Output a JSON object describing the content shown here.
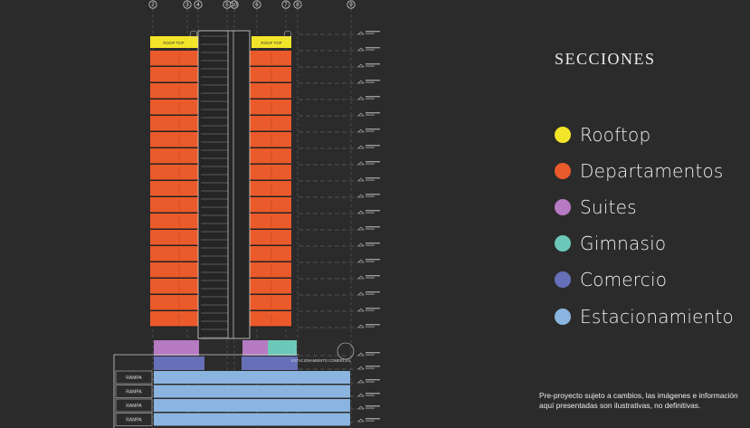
{
  "legend": {
    "title": "SECCIONES",
    "items": [
      {
        "label": "Rooftop",
        "color": "#f2e529"
      },
      {
        "label": "Departamentos",
        "color": "#ea5a2a"
      },
      {
        "label": "Suites",
        "color": "#b57ac2"
      },
      {
        "label": "Gimnasio",
        "color": "#6cc8b8"
      },
      {
        "label": "Comercio",
        "color": "#6670b8"
      },
      {
        "label": "Estacionamiento",
        "color": "#8bb5e0"
      }
    ]
  },
  "drawing": {
    "grid_labels": [
      "2",
      "3",
      "4",
      "5",
      "10",
      "6",
      "7",
      "8",
      "9"
    ],
    "roof_labels": [
      "ROOF TOP",
      "ROOF TOP"
    ],
    "ramp_label": "RAMPA",
    "commercial_label": "ESTACIONAMIENTO COMERCIAL",
    "floor_count_apartments": 17,
    "parking_levels": 4
  },
  "disclaimer": "Pre-proyecto sujeto a cambios, las imágenes e información aquí presentadas son ilustrativas, no definitivas."
}
